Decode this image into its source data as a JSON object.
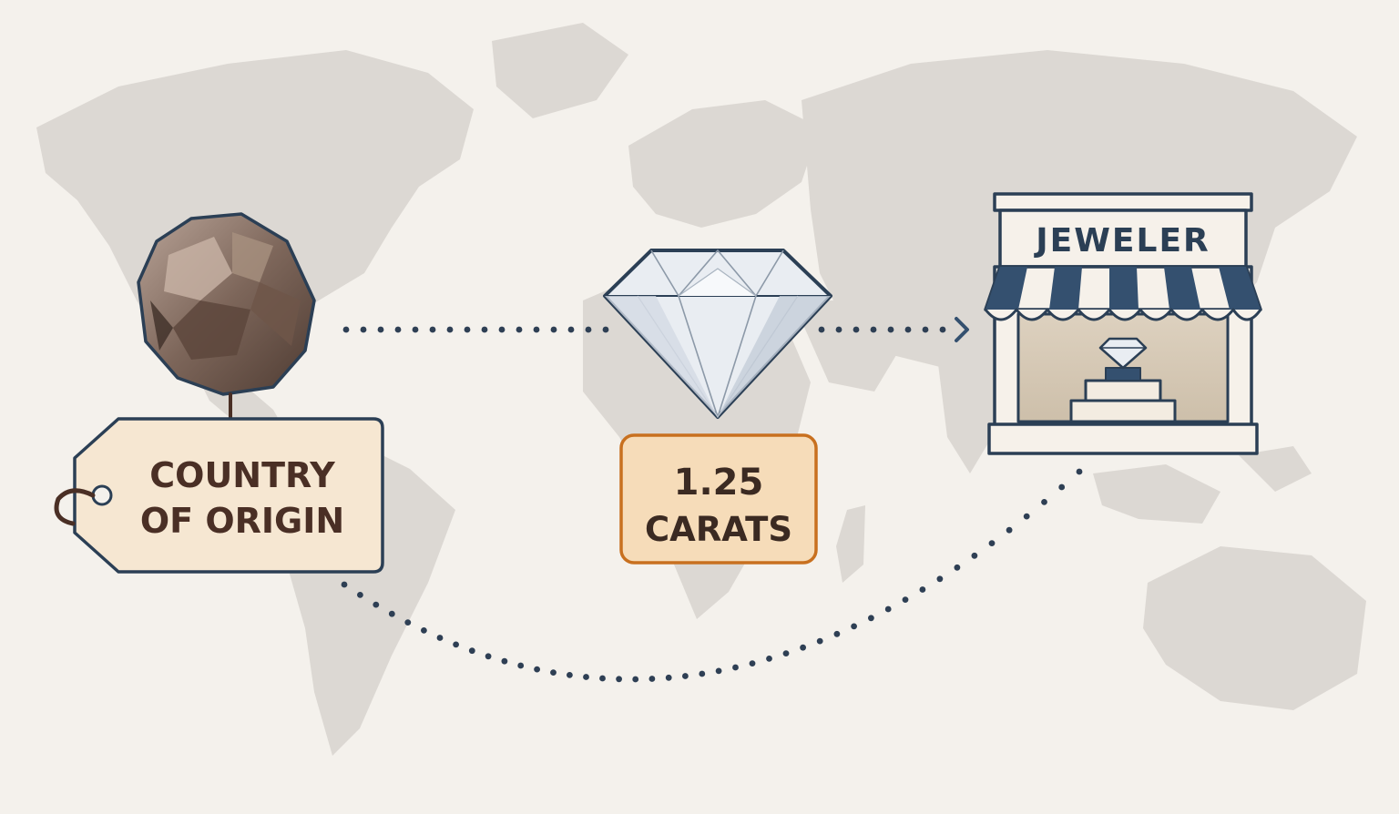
{
  "origin_tag": {
    "line1": "COUNTRY",
    "line2": "OF ORIGIN"
  },
  "carat_badge": {
    "line1": "1.25",
    "line2": "CARATS"
  },
  "store": {
    "sign": "JEWELER"
  },
  "colors": {
    "background": "#f4f1ec",
    "map": "#dcd8d3",
    "outline": "#2b3f55",
    "navy": "#34506f",
    "tag_fill": "#f6e7d2",
    "tag_text": "#4a2f25",
    "badge_fill": "#f6dcb9",
    "badge_border": "#c8701f",
    "badge_text": "#3b2a22",
    "dots": "#2e3f54",
    "stone": "#7a6356"
  }
}
